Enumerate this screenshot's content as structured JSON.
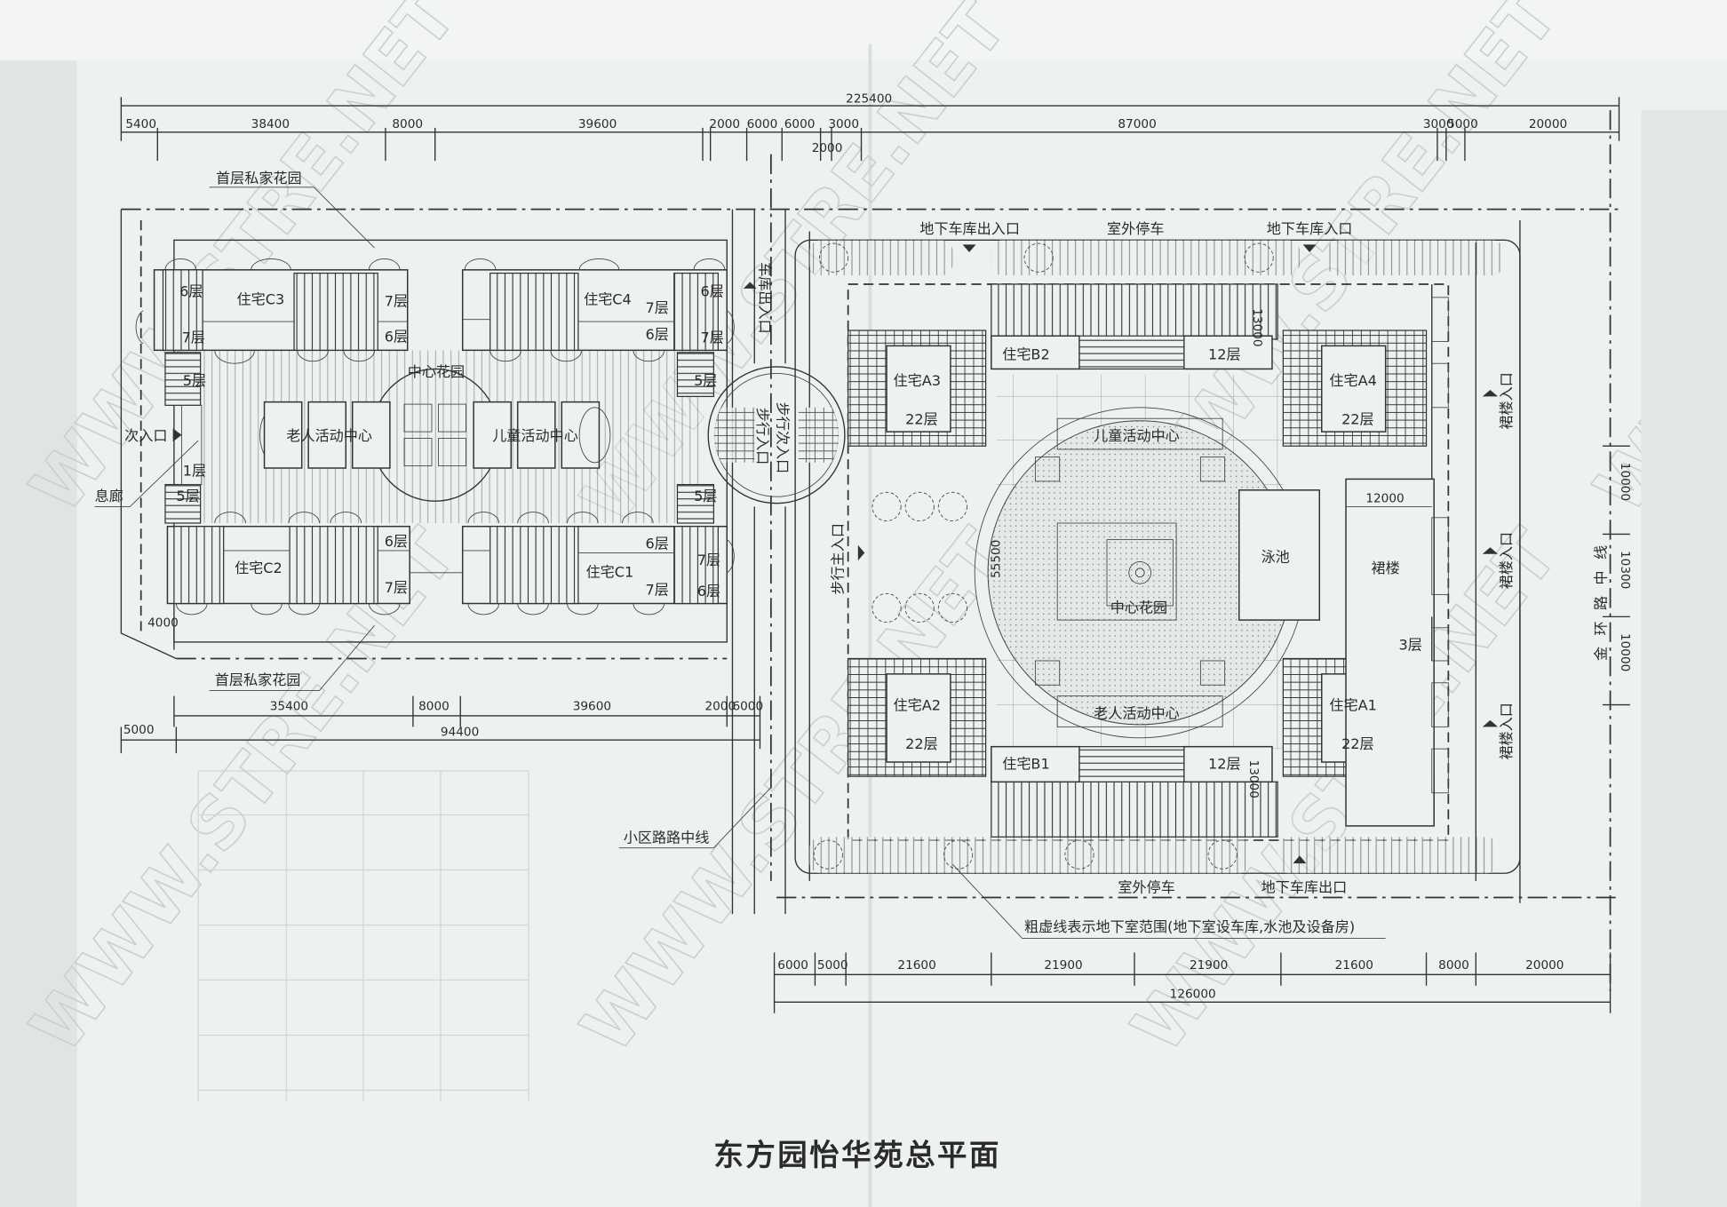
{
  "title": "东方园怡华苑总平面",
  "watermark": "WWW.STRE.NET",
  "colors": {
    "paper": "#e8ecec",
    "ink": "#2b2b2b",
    "watermark": "#c9d0d0"
  },
  "top_dims": {
    "total": "225400",
    "segments": [
      "5400",
      "38400",
      "8000",
      "39600",
      "2000",
      "6000",
      "6000",
      "3000",
      "87000",
      "3000",
      "5000",
      "20000"
    ],
    "sub": "2000"
  },
  "left_block": {
    "garden_top": "首层私家花园",
    "garden_bottom": "首层私家花园",
    "buildings": {
      "c1": "住宅C1",
      "c2": "住宅C2",
      "c3": "住宅C3",
      "c4": "住宅C4"
    },
    "floors": [
      "6层",
      "7层",
      "7层",
      "6层",
      "7层",
      "6层",
      "6层",
      "7层",
      "5层",
      "5层",
      "1层",
      "5层",
      "5层",
      "6层",
      "7层",
      "6层",
      "7层",
      "7层",
      "6层"
    ],
    "center_garden": "中心花园",
    "elderly_center": "老人活动中心",
    "children_center": "儿童活动中心",
    "side_entrance": "次入口",
    "corridor": "息廊",
    "dims_bottom": [
      "35400",
      "8000",
      "39600",
      "2000",
      "6000"
    ],
    "dims_outer": [
      "5000",
      "94400"
    ],
    "dim_4000": "4000"
  },
  "road": {
    "garage_entrance": "车库出入口",
    "pedestrian_entrance": "步行入口",
    "pedestrian_secondary": "步行次入口",
    "pedestrian_main": "步行主入口",
    "road_centerline": "小区路路中线"
  },
  "right_block": {
    "garage_in_out_top": "地下车库出入口",
    "parking_top": "室外停车",
    "garage_in_top": "地下车库入口",
    "parking_bottom": "室外停车",
    "garage_out_bottom": "地下车库出口",
    "buildings": {
      "a1": "住宅A1",
      "a2": "住宅A2",
      "a3": "住宅A3",
      "a4": "住宅A4",
      "b1": "住宅B1",
      "b2": "住宅B2"
    },
    "tower_floors": "22层",
    "b_floors": "12层",
    "children_center": "儿童活动中心",
    "center_garden": "中心花园",
    "elderly_center": "老人活动中心",
    "pool": "泳池",
    "podium": "裙楼",
    "podium_floors": "3层",
    "podium_entrance": "裙楼入口",
    "dim_13000": "13000",
    "dim_55500": "55500",
    "dim_12000": "12000",
    "basement_note": "粗虚线表示地下室范围(地下室设车库,水池及设备房)",
    "dims_bottom": [
      "6000",
      "5000",
      "21600",
      "21900",
      "21900",
      "21600",
      "8000",
      "20000"
    ],
    "dims_total": "126000"
  },
  "east_road": {
    "label": "金环路中线",
    "dims": [
      "10000",
      "10300",
      "10000"
    ]
  }
}
